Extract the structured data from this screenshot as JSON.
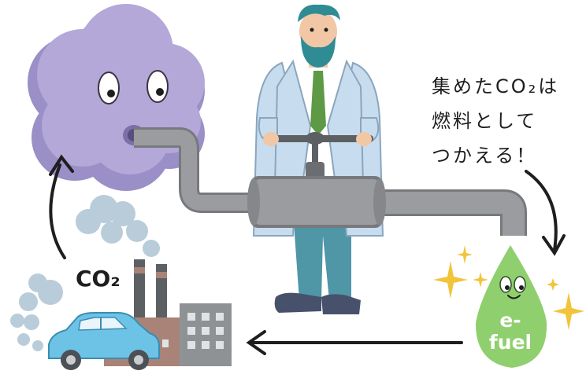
{
  "caption": {
    "line1": "集めたCO₂は",
    "line2": "燃料として",
    "line3": "つかえる！"
  },
  "co2_label": "CO₂",
  "fuel": {
    "line1": "e-",
    "line2": "fuel"
  },
  "colors": {
    "cloud": "#b3a8d8",
    "cloud_shadow": "#9a8fc6",
    "pipe": "#9a9c9f",
    "pipe_dark": "#77797c",
    "coat": "#c8dcef",
    "pants": "#4f96a6",
    "tie": "#5e9a46",
    "hair": "#2f8c95",
    "droplet": "#8fcf6e",
    "sparkle": "#f2c43c",
    "smoke": "#b9ccda",
    "car": "#6cc3e6",
    "factory_brick": "#a98377",
    "factory_gray": "#8f9295",
    "arrow": "#1e1e1e"
  }
}
